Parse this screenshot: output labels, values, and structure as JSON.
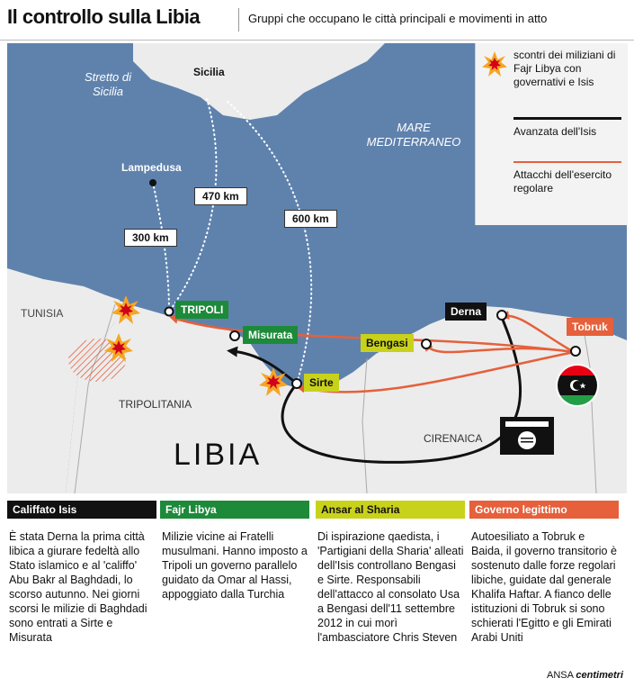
{
  "header": {
    "title": "Il controllo sulla Libia",
    "subtitle": "Gruppi che occupano le città principali e movimenti in atto"
  },
  "map": {
    "places": {
      "sicilia": "Sicilia",
      "stretto": "Stretto di Sicilia",
      "mare": "MARE MEDITERRANEO",
      "lampedusa": "Lampedusa",
      "tunisia": "TUNISIA",
      "tripolitania": "TRIPOLITANIA",
      "cirenaica": "CIRENAICA",
      "libia": "LIBIA"
    },
    "distances": {
      "d300": "300 km",
      "d470": "470 km",
      "d600": "600 km"
    },
    "cities": {
      "tripoli": "TRIPOLI",
      "misurata": "Misurata",
      "sirte": "Sirte",
      "bengasi": "Bengasi",
      "derna": "Derna",
      "tobruk": "Tobruk"
    }
  },
  "legend": {
    "clashes": "scontri dei miliziani di Fajr Libya con governativi e Isis",
    "isis_advance": "Avanzata dell'Isis",
    "army_attacks": "Attacchi dell'esercito regolare"
  },
  "columns": [
    {
      "heading": "Califfato Isis",
      "text": "È stata Derna la prima città libica a giurare fedeltà allo Stato islamico e al 'califfo' Abu Bakr al Baghdadi, lo scorso autunno. Nei giorni scorsi le milizie di Baghdadi sono entrati a Sirte e Misurata"
    },
    {
      "heading": "Fajr Libya",
      "text": "Milizie vicine ai Fratelli musulmani. Hanno imposto a Tripoli un governo parallelo guidato da Omar al Hassi, appoggiato dalla Turchia"
    },
    {
      "heading": "Ansar al Sharia",
      "text": "Di ispirazione qaedista, i 'Partigiani della Sharia' alleati dell'Isis controllano Bengasi e Sirte. Responsabili dell'attacco al consolato Usa a Bengasi dell'11 settembre 2012 in cui morì l'ambasciatore Chris Steven"
    },
    {
      "heading": "Governo legittimo",
      "text": "Autoesiliato a Tobruk e Baida, il governo transitorio è sostenuto dalle forze regolari libiche, guidate dal generale Khalifa Haftar. A fianco delle istituzioni di Tobruk si sono schierati l'Egitto e gli Emirati Arabi Uniti"
    }
  ],
  "footer": {
    "source": "ANSA",
    "brand": "centimetri"
  },
  "colors": {
    "sea": "#5f82ad",
    "land": "#ececec",
    "isis": "#111111",
    "fajr": "#1d8a3a",
    "ansar": "#c9d21a",
    "government": "#e5603b"
  }
}
